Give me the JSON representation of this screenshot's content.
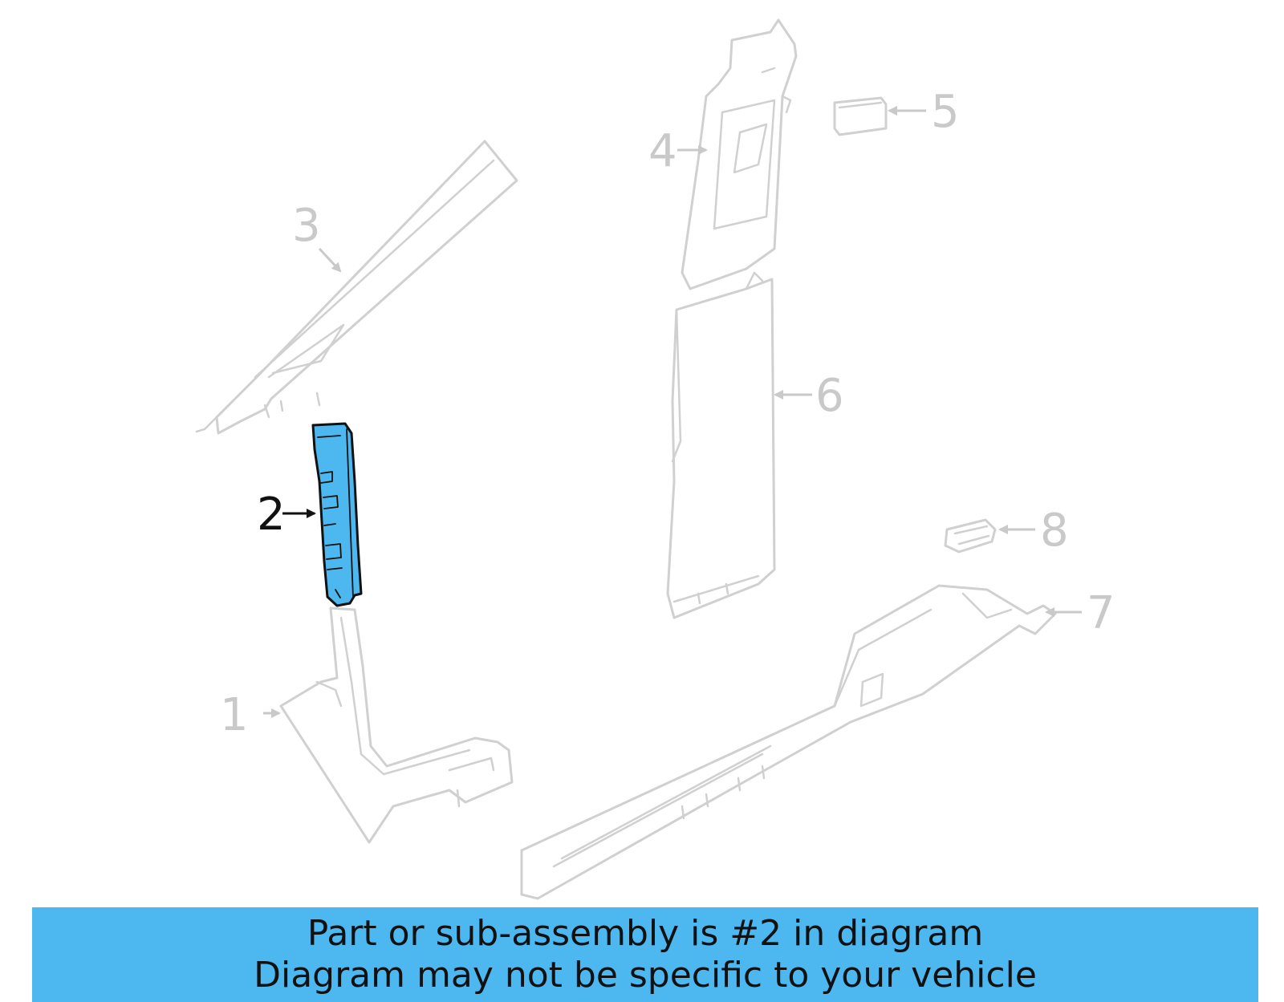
{
  "callouts": {
    "c1": "1",
    "c2": "2",
    "c3": "3",
    "c4": "4",
    "c5": "5",
    "c6": "6",
    "c7": "7",
    "c8": "8"
  },
  "highlighted_part": "2",
  "banner": {
    "line1": "Part or sub-assembly is #2 in diagram",
    "line2": "Diagram may not be specific to your vehicle"
  },
  "colors": {
    "highlight": "#4db8f0",
    "banner": "#4db8f0",
    "part_outline": "#d0d0d0",
    "active_outline": "#111111"
  }
}
